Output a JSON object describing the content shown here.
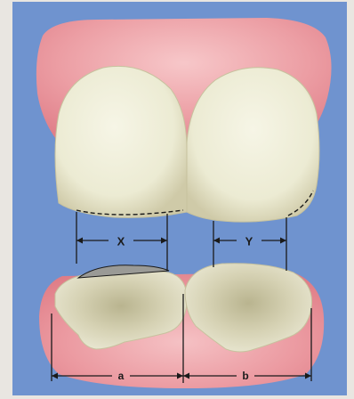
{
  "diagram": {
    "labels": {
      "x": "X",
      "y": "Y",
      "a": "a",
      "b": "b"
    },
    "colors": {
      "background_panel": "#6f93cf",
      "gum": "#e58c95",
      "gum_light": "#f2b3b8",
      "tooth_upper": "#efeed9",
      "tooth_shadow": "#c9c5a3",
      "tooth_lower": "#dcd8bc",
      "lines": "#1a1a1a",
      "wear_facet": "#9a9a96"
    }
  }
}
